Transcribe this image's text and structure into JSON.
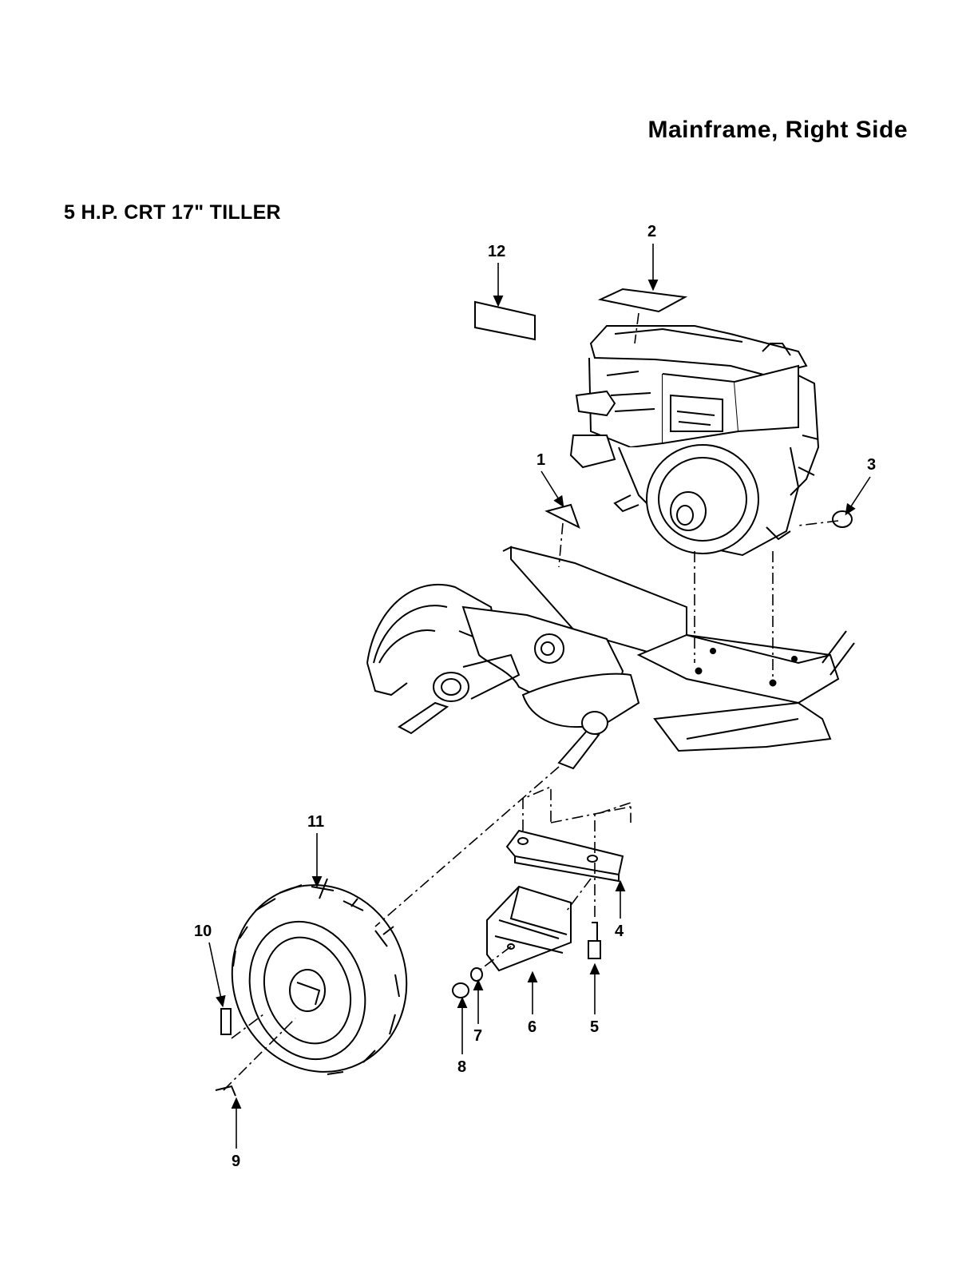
{
  "header": {
    "title": "Mainframe, Right Side",
    "subtitle": "5 H.P. CRT 17\"  TILLER"
  },
  "callouts": [
    "1",
    "2",
    "3",
    "4",
    "5",
    "6",
    "7",
    "8",
    "9",
    "10",
    "11",
    "12"
  ]
}
